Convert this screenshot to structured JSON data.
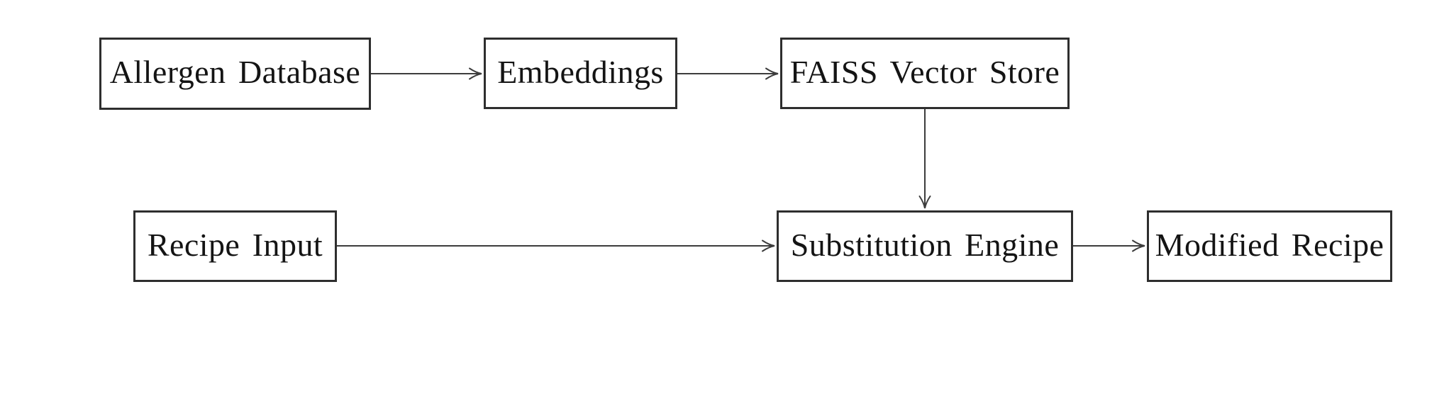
{
  "diagram": {
    "type": "flowchart",
    "background_color": "#ffffff",
    "node_border_color": "#2e2e2e",
    "node_fill_color": "#ffffff",
    "edge_color": "#3d3d3d",
    "text_color": "#141414",
    "nodes": [
      {
        "id": "allergen-database",
        "label": "Allergen Database"
      },
      {
        "id": "embeddings",
        "label": "Embeddings"
      },
      {
        "id": "faiss-vector-store",
        "label": "FAISS Vector Store"
      },
      {
        "id": "recipe-input",
        "label": "Recipe Input"
      },
      {
        "id": "substitution-engine",
        "label": "Substitution Engine"
      },
      {
        "id": "modified-recipe",
        "label": "Modified Recipe"
      }
    ],
    "edges": [
      {
        "from": "allergen-database",
        "to": "embeddings"
      },
      {
        "from": "embeddings",
        "to": "faiss-vector-store"
      },
      {
        "from": "faiss-vector-store",
        "to": "substitution-engine"
      },
      {
        "from": "recipe-input",
        "to": "substitution-engine"
      },
      {
        "from": "substitution-engine",
        "to": "modified-recipe"
      }
    ]
  }
}
